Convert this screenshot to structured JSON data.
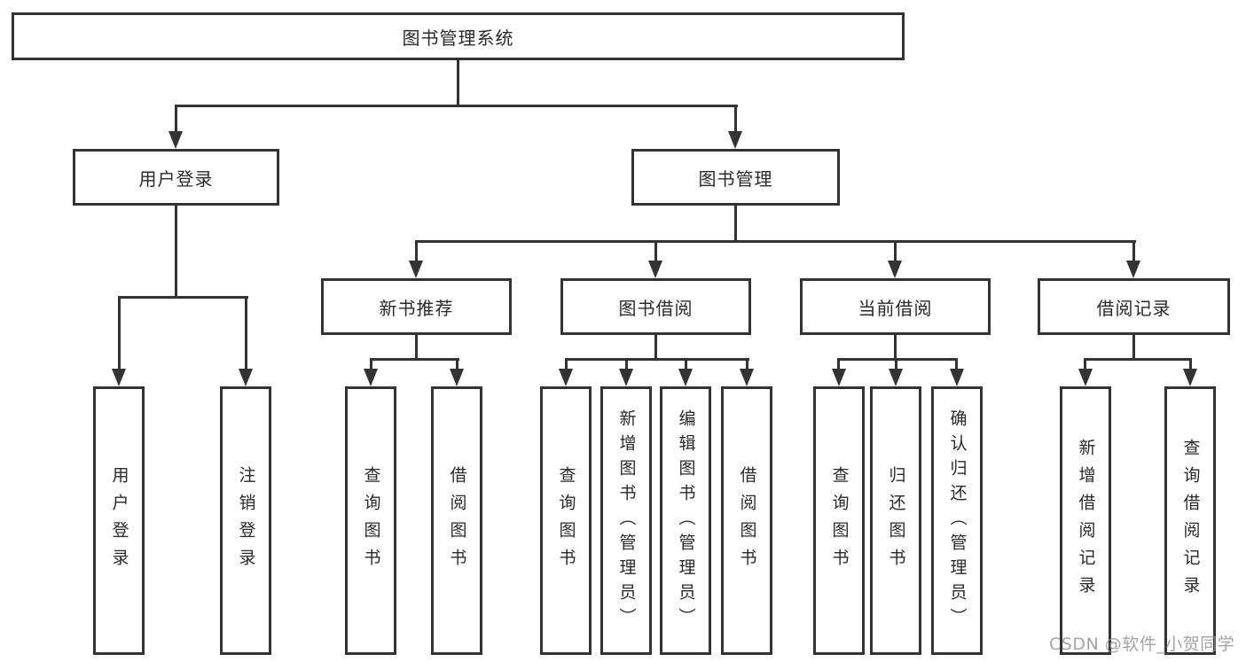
{
  "tree": {
    "label": "图书管理系统",
    "children": [
      {
        "label": "用户登录",
        "children": [
          {
            "label": "用户登录"
          },
          {
            "label": "注销登录"
          }
        ]
      },
      {
        "label": "图书管理",
        "children": [
          {
            "label": "新书推荐",
            "children": [
              {
                "label": "查询图书"
              },
              {
                "label": "借阅图书"
              }
            ]
          },
          {
            "label": "图书借阅",
            "children": [
              {
                "label": "查询图书"
              },
              {
                "label": "新增图书（管理员）"
              },
              {
                "label": "编辑图书（管理员）"
              },
              {
                "label": "借阅图书"
              }
            ]
          },
          {
            "label": "当前借阅",
            "children": [
              {
                "label": "查询图书"
              },
              {
                "label": "归还图书"
              },
              {
                "label": "确认归还（管理员）"
              }
            ]
          },
          {
            "label": "借阅记录",
            "children": [
              {
                "label": "新增借阅记录"
              },
              {
                "label": "查询借阅记录"
              }
            ]
          }
        ]
      }
    ]
  },
  "watermark": {
    "text": "CSDN @软件_小贺同学"
  },
  "colors": {
    "line": "#333333",
    "box_border": "#333333",
    "text": "#2a2a2a",
    "background": "#ffffff",
    "watermark": "#949494"
  }
}
